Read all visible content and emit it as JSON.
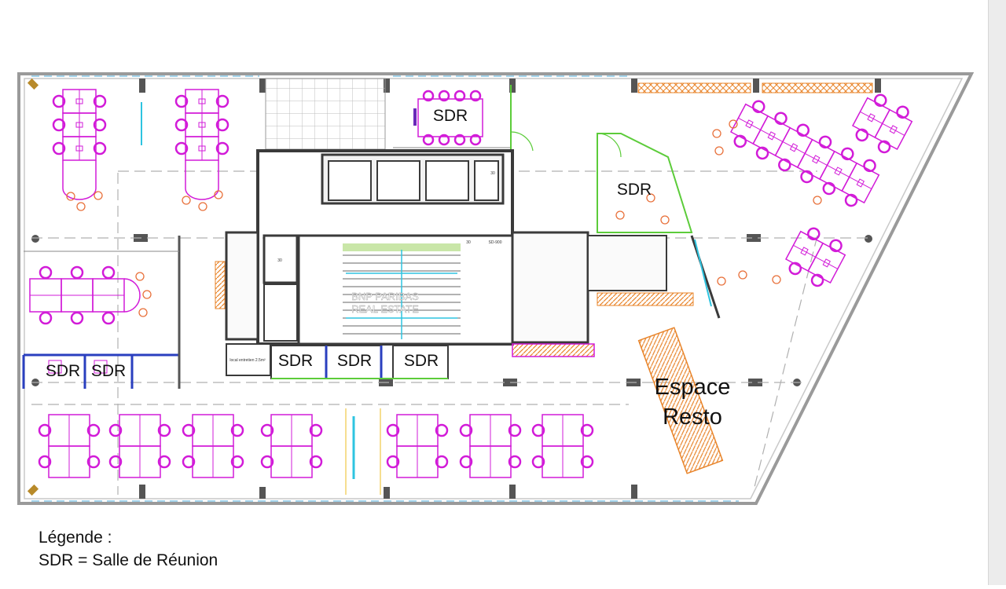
{
  "plan": {
    "room_label": "SDR",
    "zone_label_line1": "Espace",
    "zone_label_line2": "Resto",
    "watermark_line1": "BNP PARIBAS",
    "watermark_line2": "REAL ESTATE",
    "stair_room_marks": [
      "30",
      "30",
      "30",
      "SD-900"
    ],
    "storage_label": "local entretien 2.5m²"
  },
  "legend": {
    "title": "Légende :",
    "entry": "SDR = Salle de Réunion"
  },
  "colors": {
    "furniture": "#d21bd8",
    "chairs_round": "#e8703a",
    "walls": "#3a3a3a",
    "glass": "#2ec4e0",
    "green": "#5ccc3a",
    "hatch": "#e8842a",
    "blue_wall": "#2a3fbf"
  }
}
